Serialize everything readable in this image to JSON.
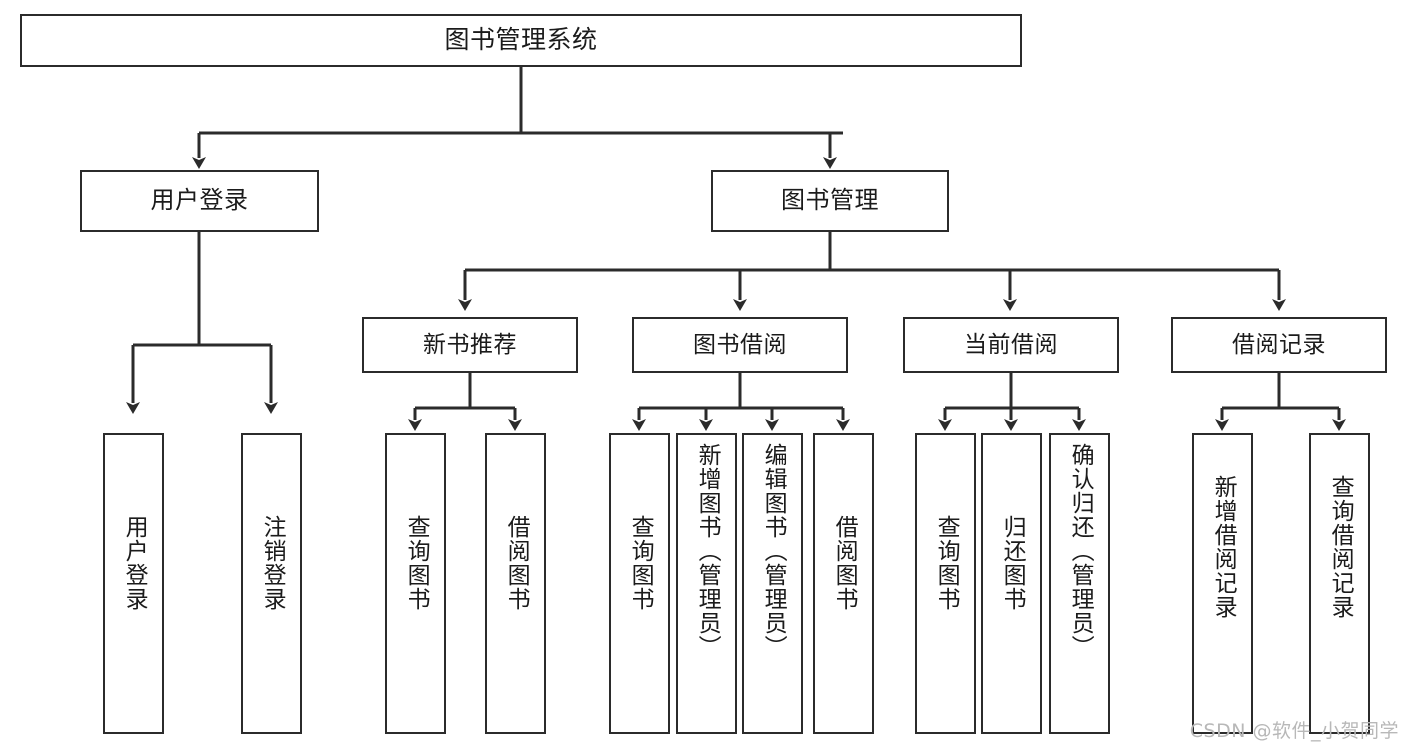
{
  "diagram": {
    "title": "图书管理系统",
    "root": {
      "id": "root",
      "label": "图书管理系统"
    },
    "level2": [
      {
        "id": "user-login",
        "label": "用户登录"
      },
      {
        "id": "book-management",
        "label": "图书管理"
      }
    ],
    "level3": [
      {
        "id": "new-book-recommend",
        "label": "新书推荐"
      },
      {
        "id": "book-borrow",
        "label": "图书借阅"
      },
      {
        "id": "current-borrow",
        "label": "当前借阅"
      },
      {
        "id": "borrow-record",
        "label": "借阅记录"
      }
    ],
    "leaves": [
      {
        "id": "leaf-user-login",
        "label": "用户登录"
      },
      {
        "id": "leaf-logout-login",
        "label": "注销登录"
      },
      {
        "id": "leaf-query-book-1",
        "label": "查询图书"
      },
      {
        "id": "leaf-borrow-book-1",
        "label": "借阅图书"
      },
      {
        "id": "leaf-query-book-2",
        "label": "查询图书"
      },
      {
        "id": "leaf-add-book-admin",
        "label": "新增图书（管理员）"
      },
      {
        "id": "leaf-edit-book-admin",
        "label": "编辑图书（管理员）"
      },
      {
        "id": "leaf-borrow-book-2",
        "label": "借阅图书"
      },
      {
        "id": "leaf-query-book-3",
        "label": "查询图书"
      },
      {
        "id": "leaf-return-book",
        "label": "归还图书"
      },
      {
        "id": "leaf-confirm-return-admin",
        "label": "确认归还（管理员）"
      },
      {
        "id": "leaf-add-borrow-record",
        "label": "新增借阅记录"
      },
      {
        "id": "leaf-query-borrow-record",
        "label": "查询借阅记录"
      }
    ],
    "colors": {
      "box_border": "#2b2b2b",
      "box_fill": "#ffffff",
      "connector": "#2b2b2b",
      "text": "#1b1b1b",
      "watermark": "#b8b8b8"
    }
  },
  "watermark": {
    "text": "CSDN @软件_小贺同学"
  }
}
